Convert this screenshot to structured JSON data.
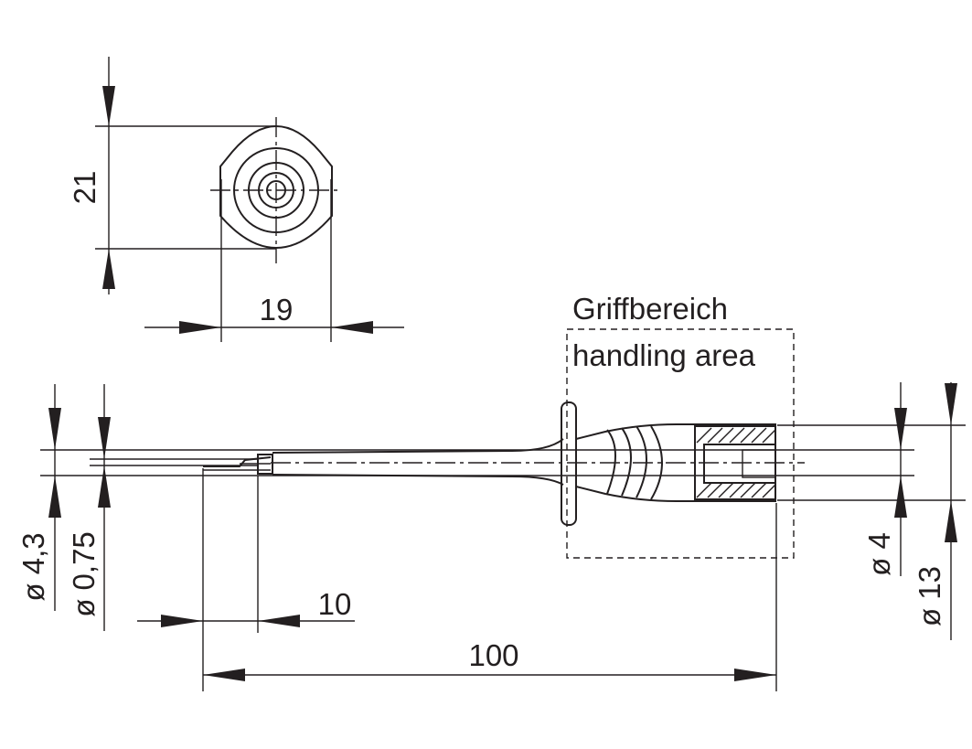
{
  "top_view": {
    "height_label": "21",
    "width_label": "19"
  },
  "side_view": {
    "grip_label_de": "Griffbereich",
    "grip_label_en": "handling area",
    "dia_outer_left_label": "ø 4,3",
    "dia_tip_label": "ø 0,75",
    "tip_length_label": "10",
    "total_length_label": "100",
    "dia_bore_label": "ø 4",
    "dia_body_label": "ø 13"
  },
  "colors": {
    "line": "#231f20",
    "background": "#ffffff"
  }
}
